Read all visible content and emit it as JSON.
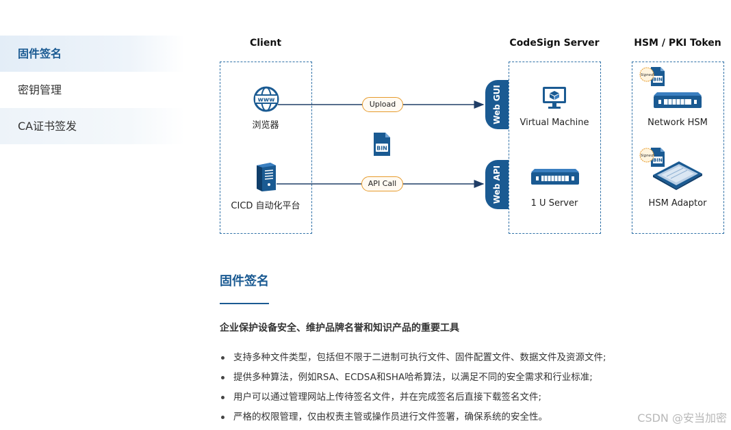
{
  "sidebar": {
    "items": [
      {
        "label": "固件签名",
        "active": true
      },
      {
        "label": "密钥管理",
        "active": false
      },
      {
        "label": "CA证书签发",
        "active": false
      }
    ]
  },
  "diagram": {
    "columns": {
      "client": "Client",
      "server": "CodeSign Server",
      "hsm": "HSM / PKI Token"
    },
    "nodes": {
      "browser": "浏览器",
      "cicd": "CICD 自动化平台",
      "vm": "Virtual Machine",
      "server1u": "1 U Server",
      "network_hsm": "Network HSM",
      "hsm_adaptor": "HSM Adaptor"
    },
    "tabs": {
      "web_gui": "Web GUI",
      "web_api": "Web API"
    },
    "pills": {
      "upload": "Upload",
      "api_call": "API Call"
    },
    "icon_text": {
      "www": "www",
      "bin": "BIN",
      "signed": "Signed"
    }
  },
  "content": {
    "title": "固件签名",
    "subtitle": "企业保护设备安全、维护品牌名誉和知识产品的重要工具",
    "features": [
      "支持多种文件类型，包括但不限于二进制可执行文件、固件配置文件、数据文件及资源文件;",
      "提供多种算法，例如RSA、ECDSA和SHA哈希算法，以满足不同的安全需求和行业标准;",
      "用户可以通过管理网站上传待签名文件，并在完成签名后直接下载签名文件;",
      "严格的权限管理，仅由权责主管或操作员进行文件签署，确保系统的安全性。"
    ]
  },
  "watermark": "CSDN @安当加密",
  "colors": {
    "brand_blue": "#1a5a92",
    "pill_border": "#e69a2a",
    "dashed_border": "#2d6fa6"
  }
}
